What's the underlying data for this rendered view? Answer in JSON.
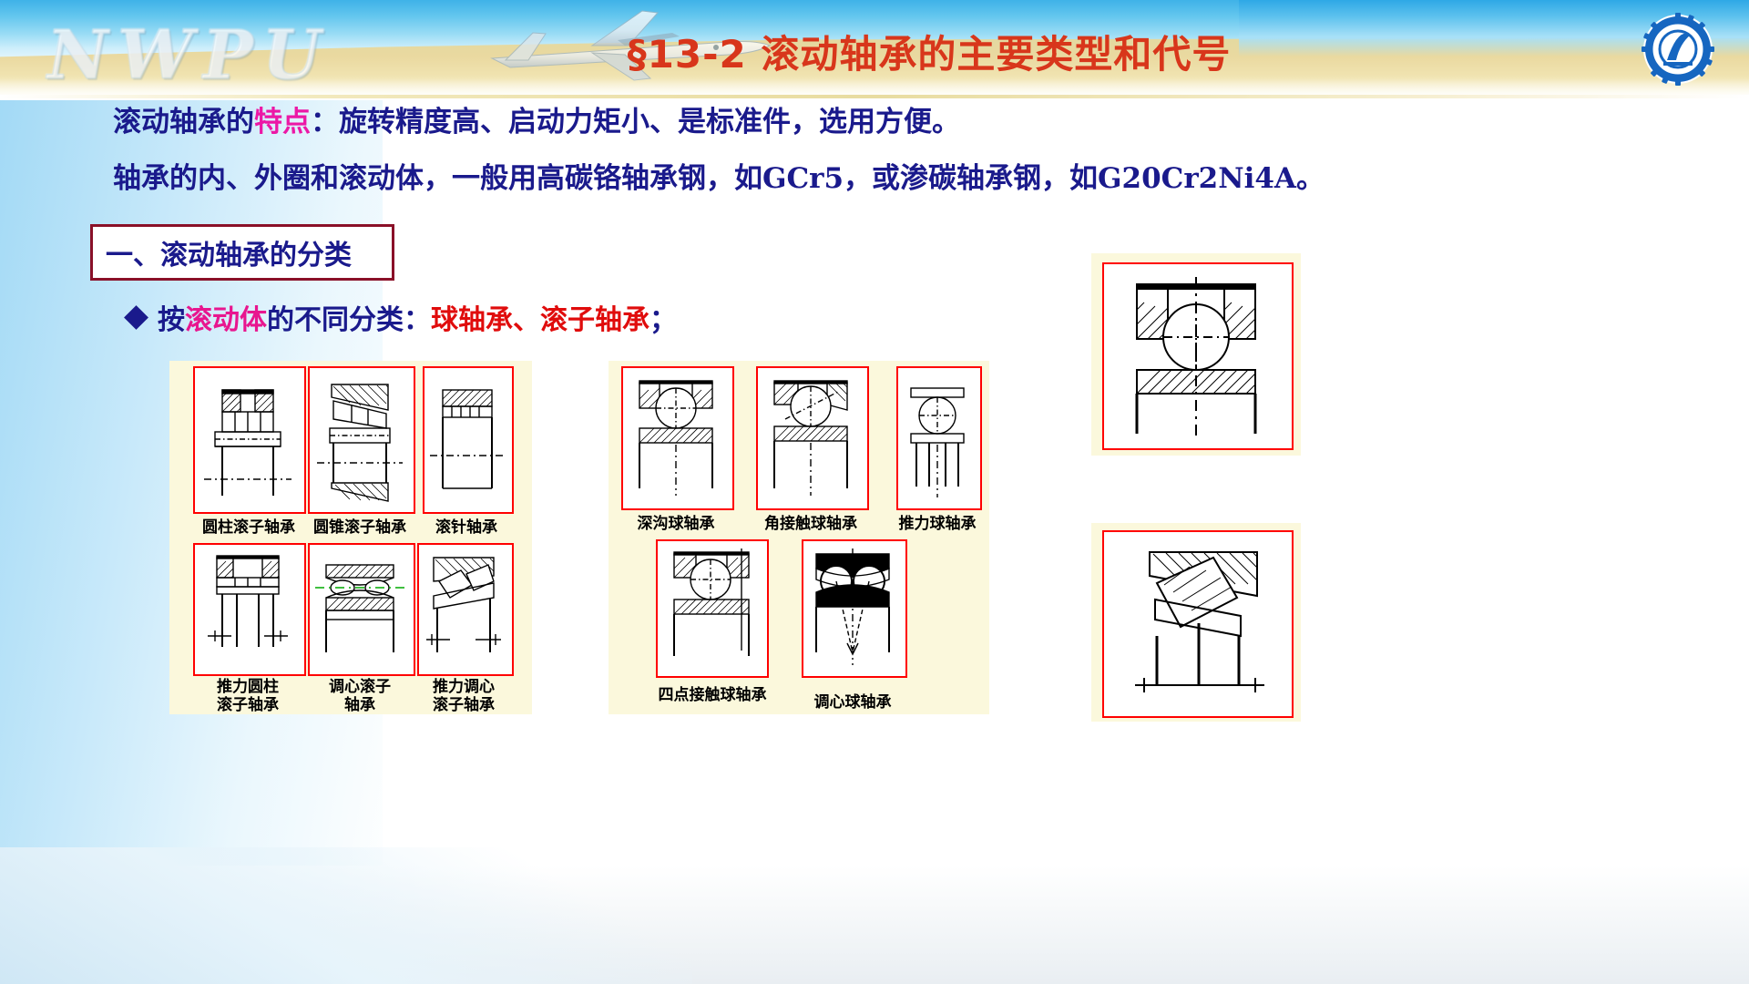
{
  "header": {
    "watermark": "NWPU",
    "title": "§13-2  滚动轴承的主要类型和代号",
    "logo_icon": "gear-emblem-logo",
    "plane_icon": "airplane-icon",
    "title_color": "#d8361b"
  },
  "body": {
    "line1": {
      "a": "滚动轴承的",
      "b": "特点",
      "c": "：旋转精度高、启动力矩小、是标准件，选用方便。"
    },
    "line2": {
      "a": "轴承的内、外圈和滚动体，一般用高碳铬轴承钢，如GCr5，或渗碳轴承钢，如G20Cr2Ni4A。"
    }
  },
  "section": {
    "heading": "一、滚动轴承的分类",
    "box_border_color": "#8a1028"
  },
  "bullet": {
    "marker": "diamond-bullet-icon",
    "a": "按",
    "b": "滚动体",
    "c": "的不同分类：",
    "d": "球轴承、滚子轴承",
    "e": "；"
  },
  "roller_panel": {
    "name": "roller-bearing-group",
    "figures": [
      {
        "id": "cylindrical-roller-bearing",
        "label": "圆柱滚子轴承"
      },
      {
        "id": "tapered-roller-bearing",
        "label": "圆锥滚子轴承"
      },
      {
        "id": "needle-roller-bearing",
        "label": "滚针轴承"
      },
      {
        "id": "thrust-cylindrical-roller-bearing",
        "label": "推力圆柱\n滚子轴承",
        "label_line1": "推力圆柱",
        "label_line2": "滚子轴承"
      },
      {
        "id": "self-aligning-roller-bearing",
        "label_line1": "调心滚子",
        "label_line2": "轴承"
      },
      {
        "id": "thrust-self-aligning-roller-bearing",
        "label_line1": "推力调心",
        "label_line2": "滚子轴承"
      }
    ]
  },
  "ball_panel": {
    "name": "ball-bearing-group",
    "figures": [
      {
        "id": "deep-groove-ball-bearing",
        "label": "深沟球轴承"
      },
      {
        "id": "angular-contact-ball-bearing",
        "label": "角接触球轴承"
      },
      {
        "id": "thrust-ball-bearing",
        "label": "推力球轴承"
      },
      {
        "id": "four-point-contact-ball-bearing",
        "label": "四点接触球轴承"
      },
      {
        "id": "self-aligning-ball-bearing",
        "label": "调心球轴承"
      }
    ]
  },
  "big_panels": [
    {
      "id": "large-deep-groove-ball-bearing-figure"
    },
    {
      "id": "large-tapered-roller-bearing-figure"
    }
  ],
  "colors": {
    "figure_border": "#ff0000",
    "panel_fill": "#fbf8dc",
    "text_blue": "#1a1a8c",
    "text_magenta": "#ec18a6",
    "text_red": "#e00c0c",
    "title_red": "#d8361b"
  }
}
